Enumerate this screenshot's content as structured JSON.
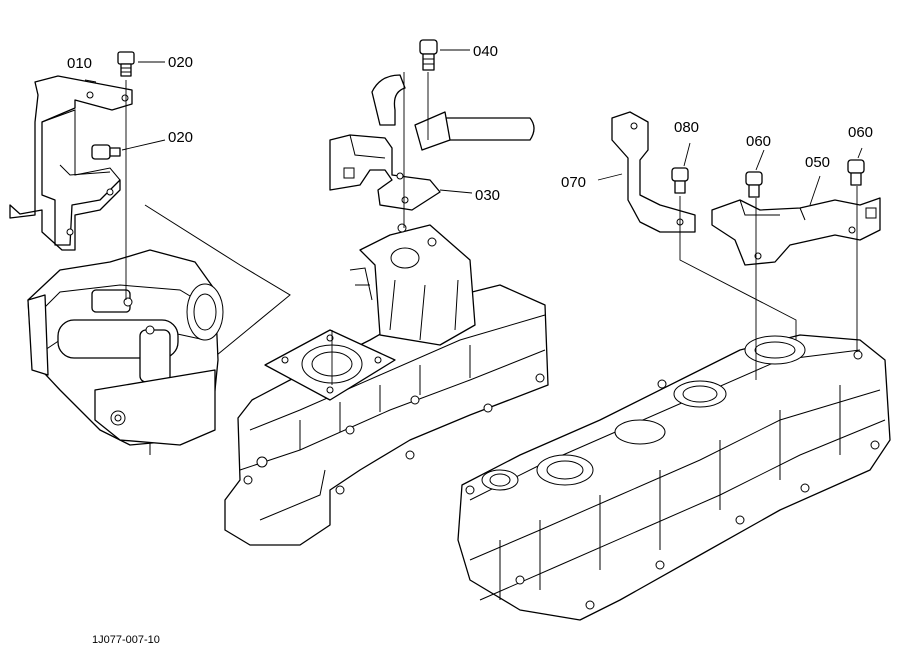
{
  "diagram": {
    "callouts": {
      "c010": "010",
      "c020a": "020",
      "c020b": "020",
      "c040": "040",
      "c030": "030",
      "c070": "070",
      "c080": "080",
      "c060a": "060",
      "c060b": "060",
      "c050": "050"
    },
    "drawing_code": "1J077-007-10"
  }
}
